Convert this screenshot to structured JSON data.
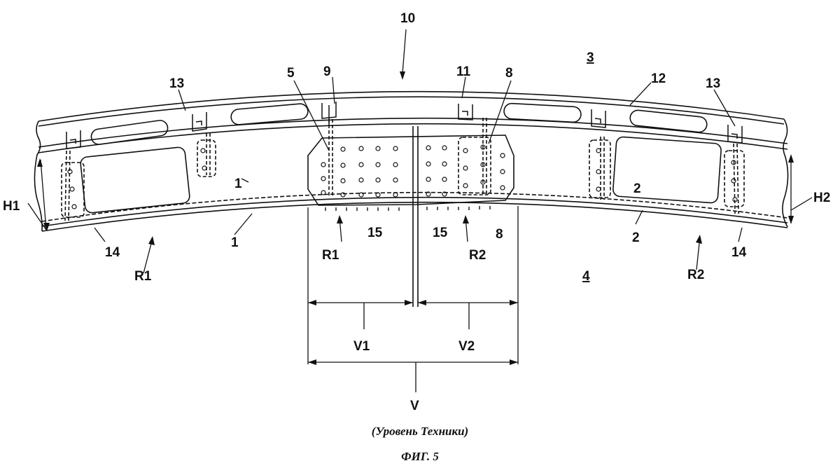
{
  "labels": {
    "l10": "10",
    "l3": "3",
    "l5": "5",
    "l9": "9",
    "l11": "11",
    "l8a": "8",
    "l12": "12",
    "l13a": "13",
    "l13b": "13",
    "lH1": "H1",
    "lH2": "H2",
    "l1": "1",
    "l2": "2",
    "l14a": "14",
    "l14b": "14",
    "l15a": "15",
    "l15b": "15",
    "l8b": "8",
    "lR1a": "R1",
    "lR1b": "R1",
    "lR2a": "R2",
    "lR2b": "R2",
    "l4": "4",
    "lV1": "V1",
    "lV2": "V2",
    "lV": "V"
  },
  "caption": {
    "prior_art": "(Уровень Техники)",
    "figure": "ФИГ. 5"
  }
}
